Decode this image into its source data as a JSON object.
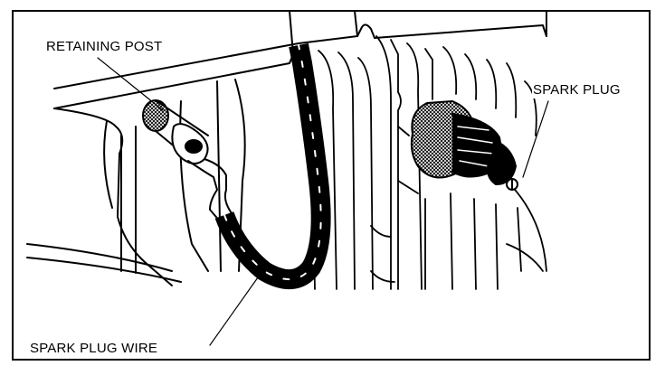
{
  "figure": {
    "labels": {
      "retaining_post": "RETAINING POST",
      "spark_plug": "SPARK PLUG",
      "spark_plug_wire": "SPARK PLUG WIRE"
    },
    "colors": {
      "ink": "#000000",
      "paper": "#ffffff"
    }
  }
}
